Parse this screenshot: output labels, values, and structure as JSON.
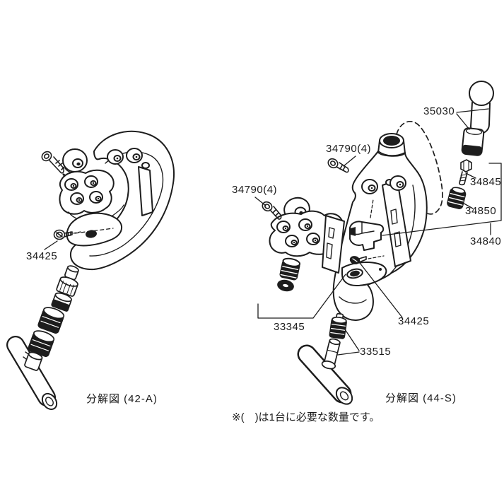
{
  "figure": {
    "background": "#ffffff",
    "line_color": "#1d1d1d",
    "footnote": "※(　)は1台に必要な数量です。",
    "diagram_42a": {
      "caption": "分解図 (42-A)",
      "parts": {
        "screw_34425": "34425"
      }
    },
    "diagram_44s": {
      "caption": "分解図 (44-S)",
      "parts": {
        "screw_34790_top": "34790(4)",
        "screw_34790_left": "34790(4)",
        "handle_35030": "35030",
        "bolt_34845": "34845",
        "spring_34850": "34850",
        "assembly_34840": "34840",
        "carriage_33345": "33345",
        "screw_34425": "34425",
        "feedscrew_33515": "33515"
      }
    }
  }
}
